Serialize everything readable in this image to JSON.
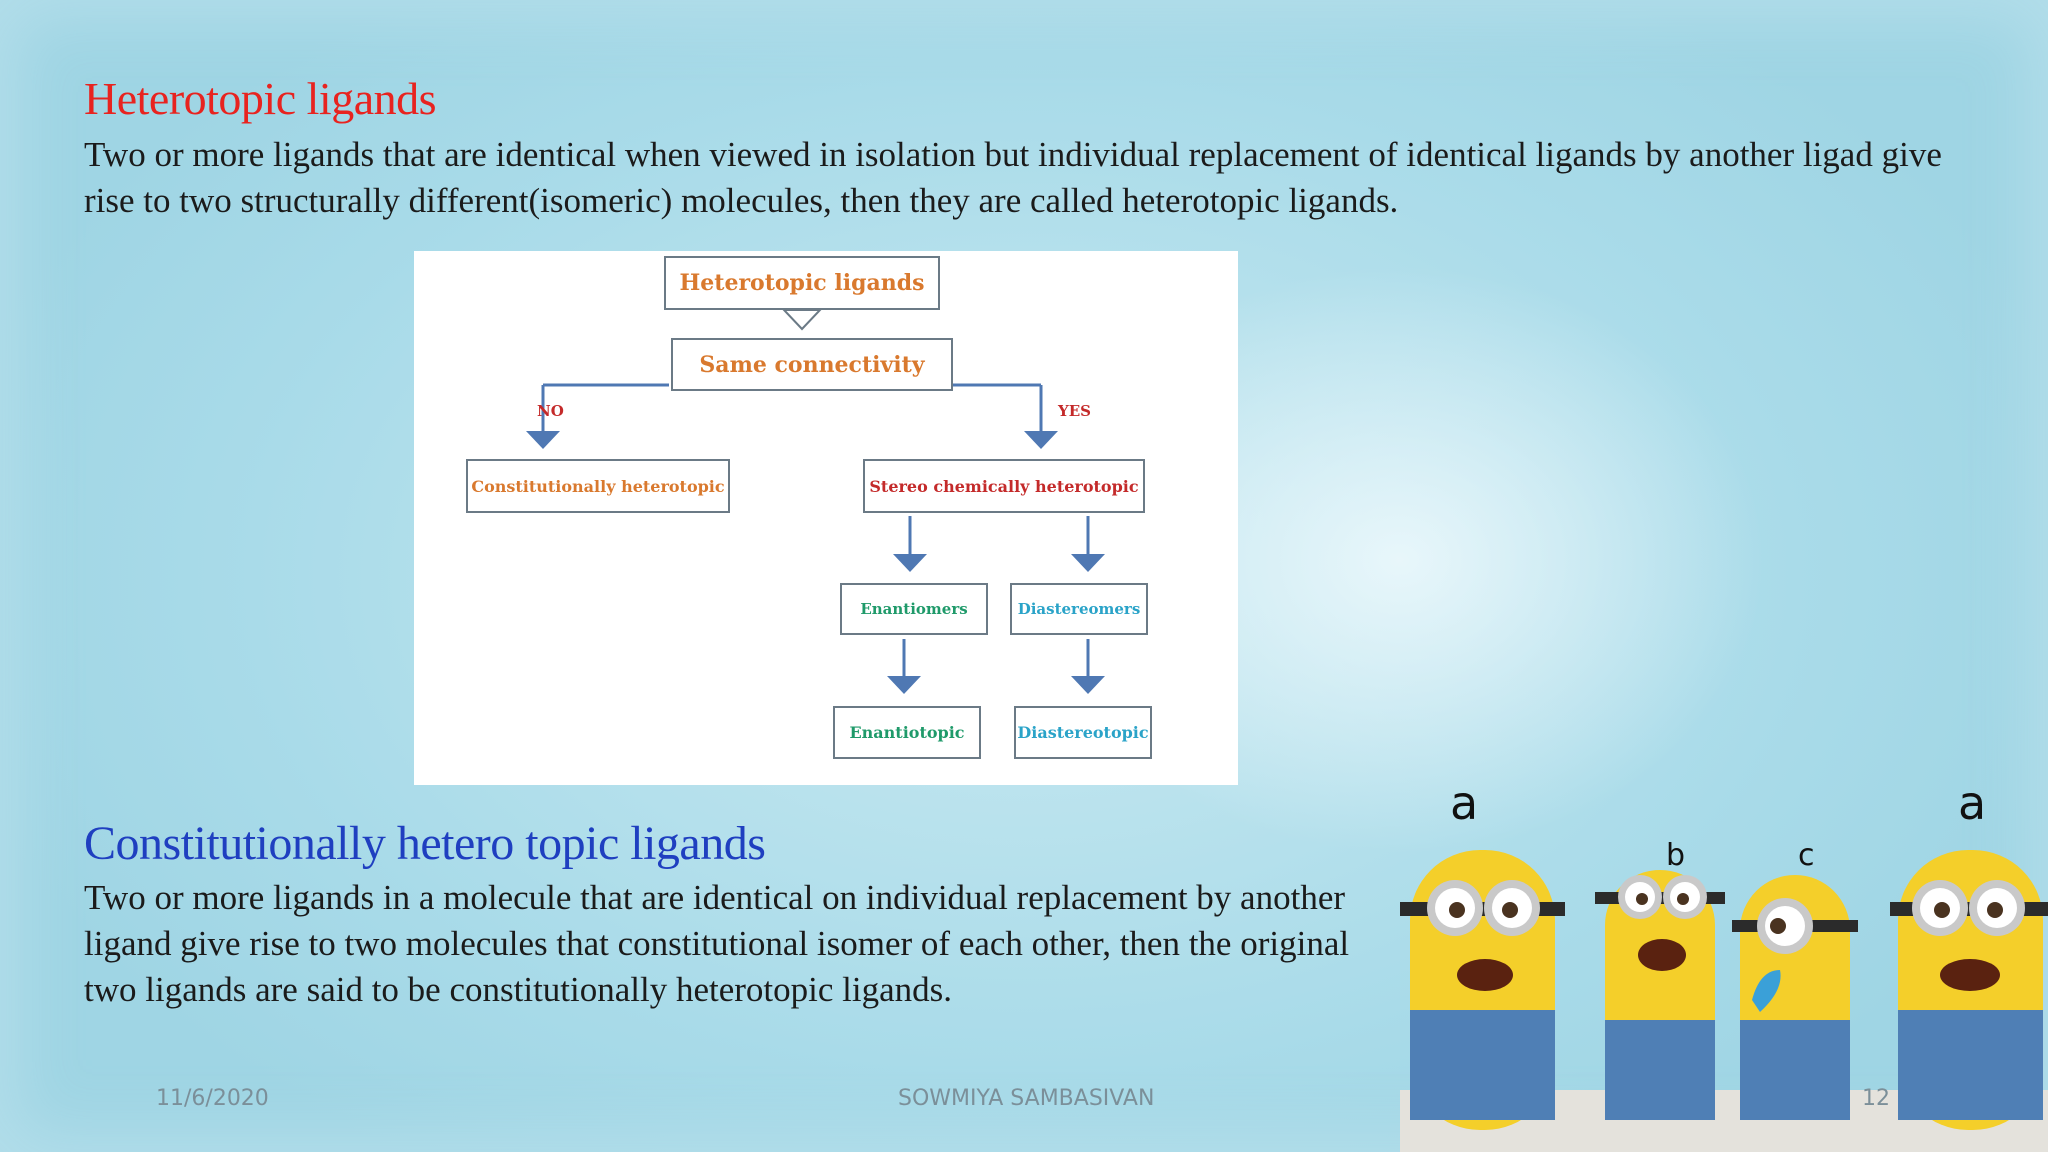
{
  "slide": {
    "title1": "Heterotopic ligands",
    "para1": "Two or more ligands that are identical when viewed in isolation but individual replacement of identical ligands by another ligad give rise to two structurally different(isomeric) molecules, then they are called heterotopic ligands.",
    "title2": "Constitutionally hetero topic ligands",
    "para2": "Two or more ligands in a molecule that are identical on individual replacement by another ligand give rise to two molecules that constitutional isomer of each other, then the original two ligands are said to be constitutionally heterotopic ligands."
  },
  "diagram": {
    "root": "Heterotopic ligands",
    "connectivity": "Same connectivity",
    "no_label": "NO",
    "yes_label": "YES",
    "constitutional": "Constitutionally heterotopic",
    "stereo": "Stereo chemically heterotopic",
    "enantiomers": "Enantiomers",
    "diastereomers": "Diastereomers",
    "enantiotopic": "Enantiotopic",
    "diastereotopic": "Diastereotopic"
  },
  "illustration": {
    "labels": [
      "a",
      "b",
      "c",
      "a"
    ]
  },
  "footer": {
    "date": "11/6/2020",
    "author": "SOWMIYA SAMBASIVAN",
    "page": "12"
  },
  "colors": {
    "title1": "#e8231f",
    "title2": "#1f3fc0",
    "arrow": "#4f78b3"
  }
}
